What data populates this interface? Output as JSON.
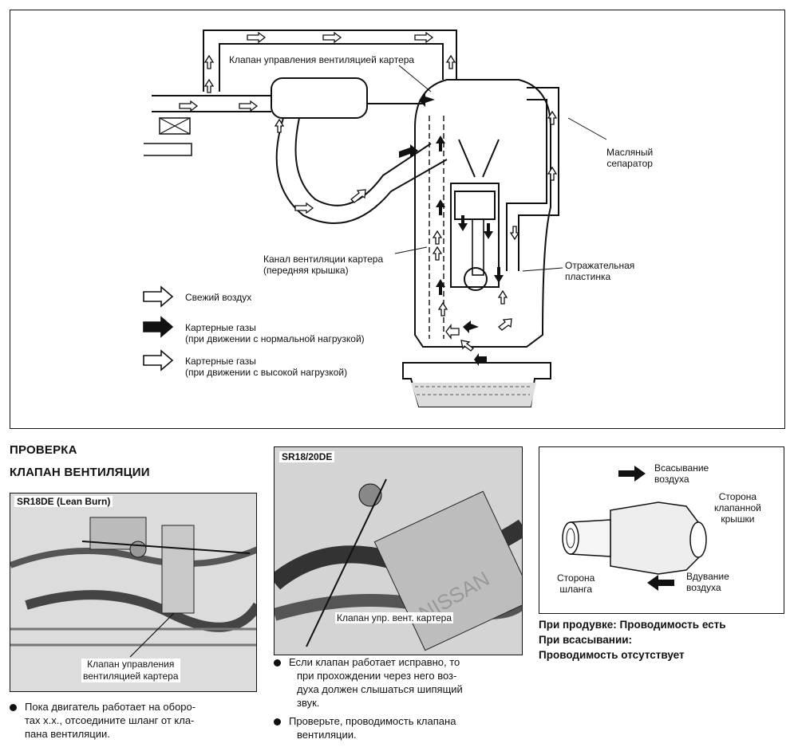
{
  "diagram": {
    "labels": {
      "pcv_valve": "Клапан управления вентиляцией картера",
      "oil_separator_l1": "Масляный",
      "oil_separator_l2": "сепаратор",
      "channel_l1": "Канал вентиляции картера",
      "channel_l2": "(передняя крышка)",
      "baffle_l1": "Отражательная",
      "baffle_l2": "пластинка"
    },
    "legend": [
      {
        "text": "Свежий воздух",
        "icon": "outline-arrow-icon"
      },
      {
        "text1": "Картерные газы",
        "text2": "(при движении с нормальной нагрузкой)",
        "icon": "solid-arrow-icon"
      },
      {
        "text1": "Картерные газы",
        "text2": "(при движении с высокой нагрузкой)",
        "icon": "outline-arrow-icon"
      }
    ]
  },
  "section": {
    "title": "ПРОВЕРКА",
    "subtitle": "КЛАПАН ВЕНТИЛЯЦИИ"
  },
  "photo1": {
    "tag": "SR18DE (Lean Burn)",
    "caption_l1": "Клапан управления",
    "caption_l2": "вентиляцией картера"
  },
  "photo2": {
    "tag": "SR18/20DE",
    "caption": "Клапан упр. вент. картера"
  },
  "valve_figure": {
    "suction_l1": "Всасывание",
    "suction_l2": "воздуха",
    "cover_l1": "Сторона",
    "cover_l2": "клапанной",
    "cover_l3": "крышки",
    "hose_l1": "Сторона",
    "hose_l2": "шланга",
    "blow_l1": "Вдувание",
    "blow_l2": "воздуха"
  },
  "results": {
    "line1": "При продувке: Проводимость есть",
    "line2": "При всасывании:",
    "line3": "Проводимость отсутствует"
  },
  "bullets": {
    "left": [
      "Пока двигатель работает на оборо-",
      "тах х.х., отсоедините шланг от кла-",
      "пана вентиляции."
    ],
    "mid1": [
      "Если клапан работает исправно, то",
      "при прохождении через него воз-",
      "духа должен слышаться шипящий",
      "звук."
    ],
    "mid2": [
      "Проверьте, проводимость клапана",
      "вентиляции."
    ]
  }
}
